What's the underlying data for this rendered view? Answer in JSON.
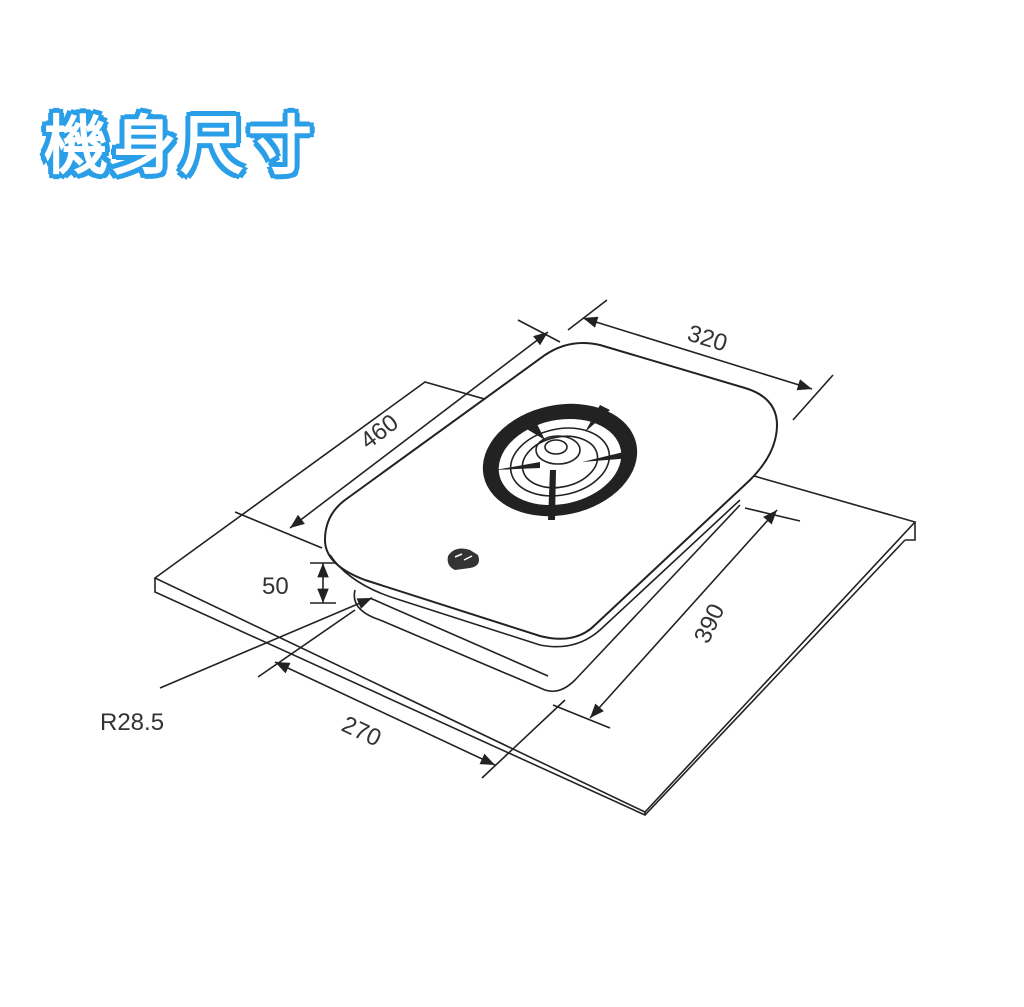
{
  "title": "機身尺寸",
  "dimensions": {
    "depth": "460",
    "width": "320",
    "cutout_depth": "390",
    "cutout_width": "270",
    "height": "50",
    "radius": "R28.5"
  },
  "colors": {
    "title_outline": "#2a9fe8",
    "line": "#222222"
  }
}
